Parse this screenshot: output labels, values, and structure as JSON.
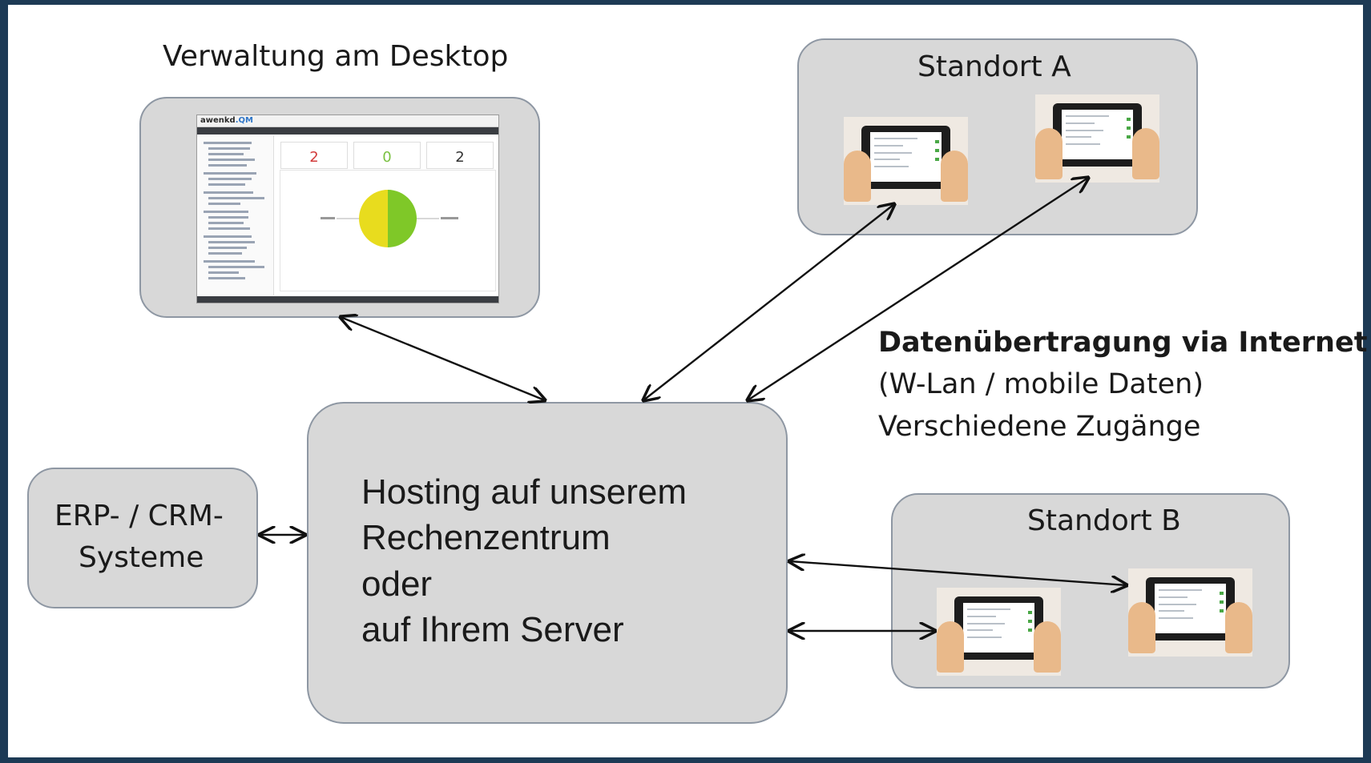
{
  "nodes": {
    "desktop": {
      "title": "Verwaltung am Desktop"
    },
    "standort_a": {
      "title": "Standort A"
    },
    "standort_b": {
      "title": "Standort B"
    },
    "erp": {
      "title_line1": "ERP- / CRM-",
      "title_line2": "Systeme"
    },
    "hosting": {
      "line1": "Hosting auf unserem",
      "line2": "Rechenzentrum",
      "line3": "oder",
      "line4": "auf Ihrem Server"
    }
  },
  "annotation": {
    "title": "Datenübertragung via Internet",
    "line1": "(W-Lan / mobile Daten)",
    "line2": "Verschiedene Zugänge"
  },
  "desktop_screenshot": {
    "logo_text": "awenkd",
    "logo_accent": ".QM",
    "cards": [
      {
        "value": "2",
        "color": "#d23b3b"
      },
      {
        "value": "0",
        "color": "#7bc142"
      },
      {
        "value": "2",
        "color": "#333333"
      }
    ],
    "pie_colors": [
      "#e8dc1e",
      "#7fc828"
    ]
  },
  "colors": {
    "background": "#1d3a55",
    "box_fill": "#d8d8d8",
    "box_border": "#8e97a3"
  }
}
